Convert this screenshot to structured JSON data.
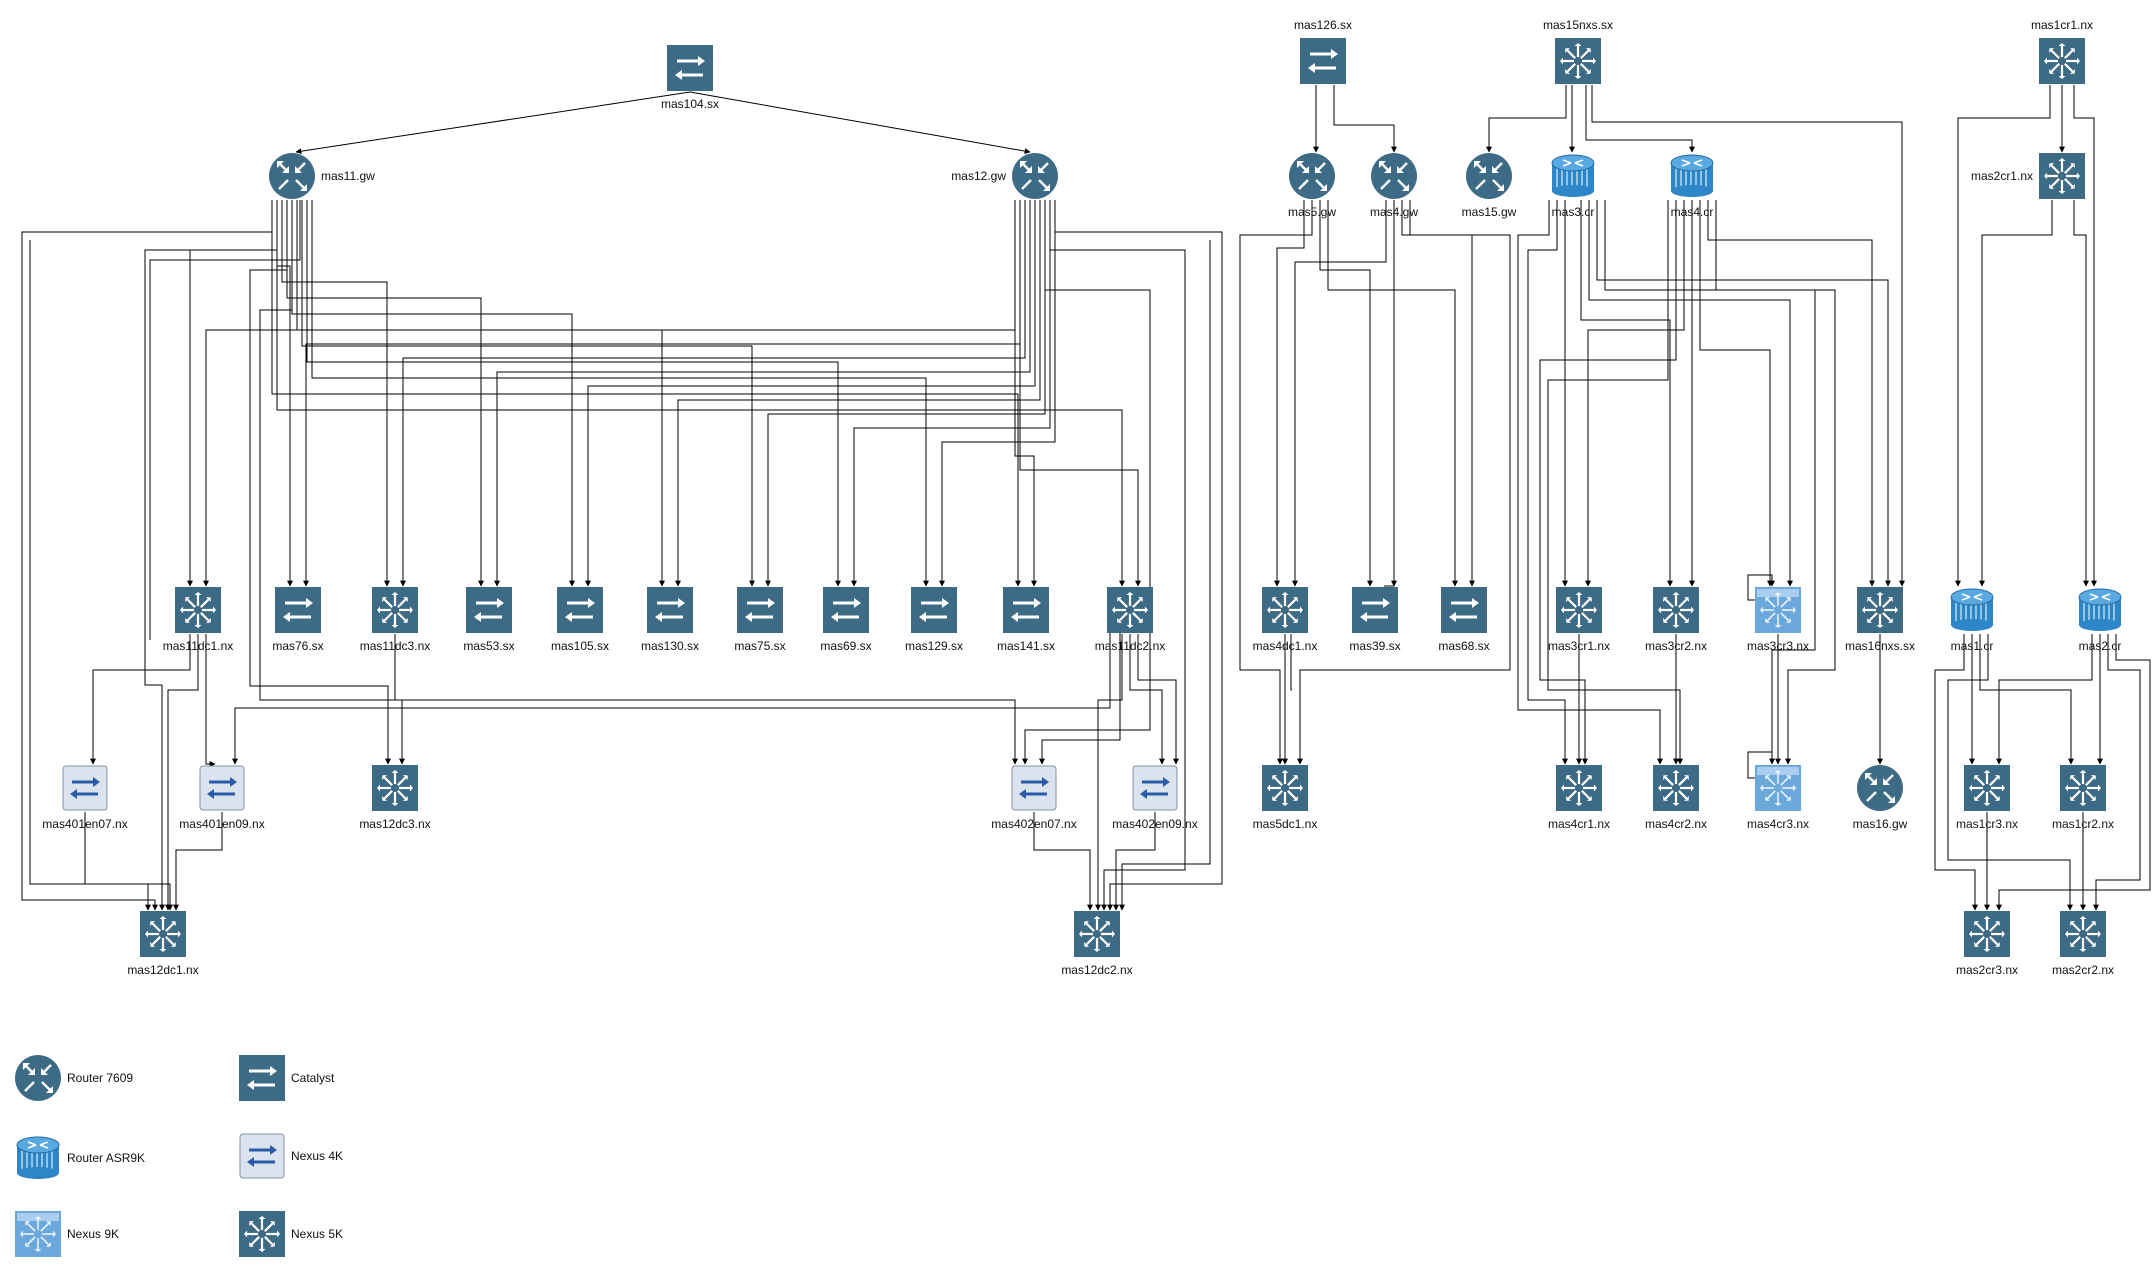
{
  "colors": {
    "dark": "#3d6b85",
    "nexus4k": "#dae3ee",
    "nexus4k_arrow": "#2a5ca8",
    "nexus9k": "#6ba8dc",
    "asr": "#2d86c8",
    "edge": "#000000"
  },
  "nodes": [
    {
      "id": "mas104.sx",
      "type": "catalyst"
    },
    {
      "id": "mas11.gw",
      "type": "router7609"
    },
    {
      "id": "mas12.gw",
      "type": "router7609"
    },
    {
      "id": "mas11dc1.nx",
      "type": "nexus5k"
    },
    {
      "id": "mas76.sx",
      "type": "catalyst"
    },
    {
      "id": "mas11dc3.nx",
      "type": "nexus5k"
    },
    {
      "id": "mas53.sx",
      "type": "catalyst"
    },
    {
      "id": "mas105.sx",
      "type": "catalyst"
    },
    {
      "id": "mas130.sx",
      "type": "catalyst"
    },
    {
      "id": "mas75.sx",
      "type": "catalyst"
    },
    {
      "id": "mas69.sx",
      "type": "catalyst"
    },
    {
      "id": "mas129.sx",
      "type": "catalyst"
    },
    {
      "id": "mas141.sx",
      "type": "catalyst"
    },
    {
      "id": "mas11dc2.nx",
      "type": "nexus5k"
    },
    {
      "id": "mas401en07.nx",
      "type": "nexus4k"
    },
    {
      "id": "mas401en09.nx",
      "type": "nexus4k"
    },
    {
      "id": "mas12dc3.nx",
      "type": "nexus5k"
    },
    {
      "id": "mas402en07.nx",
      "type": "nexus4k"
    },
    {
      "id": "mas402en09.nx",
      "type": "nexus4k"
    },
    {
      "id": "mas12dc1.nx",
      "type": "nexus5k"
    },
    {
      "id": "mas12dc2.nx",
      "type": "nexus5k"
    },
    {
      "id": "mas126.sx",
      "type": "catalyst"
    },
    {
      "id": "mas5.gw",
      "type": "router7609"
    },
    {
      "id": "mas4.gw",
      "type": "router7609"
    },
    {
      "id": "mas4dc1.nx",
      "type": "nexus5k"
    },
    {
      "id": "mas39.sx",
      "type": "catalyst"
    },
    {
      "id": "mas68.sx",
      "type": "catalyst"
    },
    {
      "id": "mas5dc1.nx",
      "type": "nexus5k"
    },
    {
      "id": "mas15nxs.sx",
      "type": "nexus5k"
    },
    {
      "id": "mas15.gw",
      "type": "router7609"
    },
    {
      "id": "mas3.cr",
      "type": "asr9k"
    },
    {
      "id": "mas4.cr",
      "type": "asr9k"
    },
    {
      "id": "mas3cr1.nx",
      "type": "nexus5k"
    },
    {
      "id": "mas3cr2.nx",
      "type": "nexus5k"
    },
    {
      "id": "mas3cr3.nx",
      "type": "nexus9k"
    },
    {
      "id": "mas16nxs.sx",
      "type": "nexus5k"
    },
    {
      "id": "mas4cr1.nx",
      "type": "nexus5k"
    },
    {
      "id": "mas4cr2.nx",
      "type": "nexus5k"
    },
    {
      "id": "mas4cr3.nx",
      "type": "nexus9k"
    },
    {
      "id": "mas16.gw",
      "type": "router7609"
    },
    {
      "id": "mas1cr1.nx",
      "type": "nexus5k"
    },
    {
      "id": "mas2cr1.nx",
      "type": "nexus5k"
    },
    {
      "id": "mas1.cr",
      "type": "asr9k"
    },
    {
      "id": "mas2.cr",
      "type": "asr9k"
    },
    {
      "id": "mas1cr3.nx",
      "type": "nexus5k"
    },
    {
      "id": "mas1cr2.nx",
      "type": "nexus5k"
    },
    {
      "id": "mas2cr3.nx",
      "type": "nexus5k"
    },
    {
      "id": "mas2cr2.nx",
      "type": "nexus5k"
    }
  ],
  "legend": [
    {
      "type": "router7609",
      "label": "Router 7609"
    },
    {
      "type": "catalyst",
      "label": "Catalyst"
    },
    {
      "type": "asr9k",
      "label": "Router ASR9K"
    },
    {
      "type": "nexus4k",
      "label": "Nexus 4K"
    },
    {
      "type": "nexus9k",
      "label": "Nexus 9K"
    },
    {
      "type": "nexus5k",
      "label": "Nexus 5K"
    }
  ]
}
